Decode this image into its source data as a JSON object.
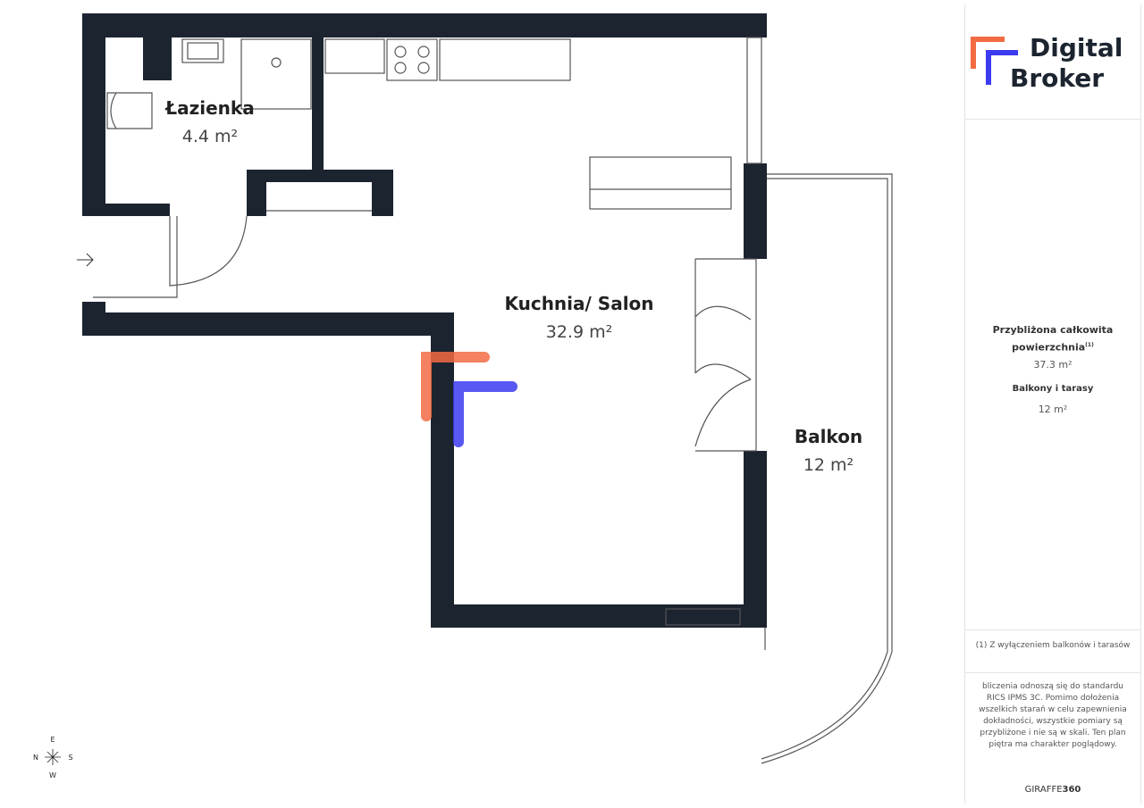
{
  "rooms": [
    {
      "name": "Łazienka",
      "area": "4.4 m²"
    },
    {
      "name": "Kuchnia/ Salon",
      "area": "32.9 m²"
    },
    {
      "name": "Balkon",
      "area": "12 m²"
    }
  ],
  "logo": {
    "line1": "Digital",
    "line2": "Broker"
  },
  "summary": {
    "total_label": "Przybliżona całkowita powierzchnia",
    "total_sup": "(1)",
    "total_value": "37.3 m²",
    "balcony_label": "Balkony i tarasy",
    "balcony_value": "12 m²"
  },
  "footnote": "(1) Z wyłączeniem balkonów i tarasów",
  "disclaimer": "bliczenia odnoszą się do standardu RICS IPMS 3C. Pomimo dołożenia wszelkich starań w celu zapewnienia dokładności, wszystkie pomiary są przybliżone i nie są w skali. Ten plan piętra ma charakter poglądowy.",
  "brand": {
    "a": "GIRAFFE",
    "b": "360"
  },
  "compass": {
    "n": "N",
    "s": "S",
    "e": "E",
    "w": "W"
  },
  "colors": {
    "wall": "#1c2430",
    "logo_orange": "#f26b43",
    "logo_blue": "#3b3bf0"
  }
}
